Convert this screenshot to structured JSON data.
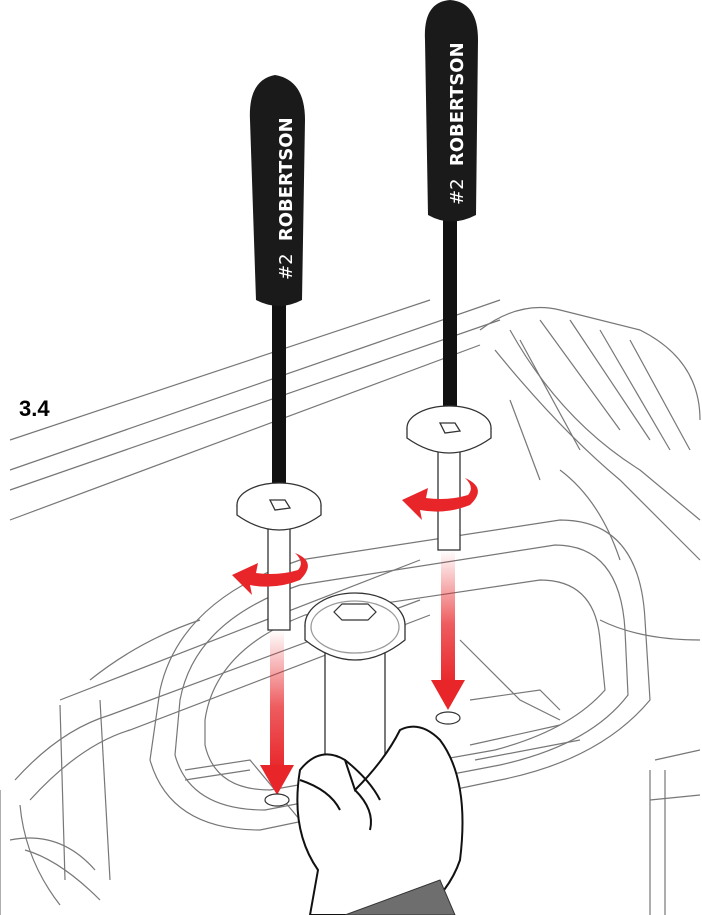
{
  "step": {
    "number": "3.4"
  },
  "screwdrivers": [
    {
      "label_prefix": "#2",
      "label_name": "ROBERTSON"
    },
    {
      "label_prefix": "#2",
      "label_name": "ROBERTSON"
    }
  ],
  "colors": {
    "handle": "#1a1a1a",
    "arrow": "#e8262a",
    "line": "#555555",
    "sleeve": "#6e6e6e"
  },
  "icons": {
    "rotate": "rotate-arrow-icon",
    "insert": "down-arrow-icon",
    "hex": "hex-socket-icon"
  }
}
